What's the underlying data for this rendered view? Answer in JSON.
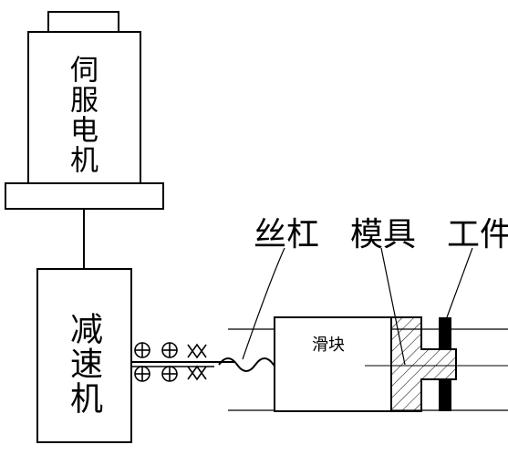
{
  "labels": {
    "servo_motor": "伺服电机",
    "reducer": "减速机",
    "lead_screw": "丝杠",
    "mold": "模具",
    "workpiece": "工件",
    "slider": "滑块"
  }
}
